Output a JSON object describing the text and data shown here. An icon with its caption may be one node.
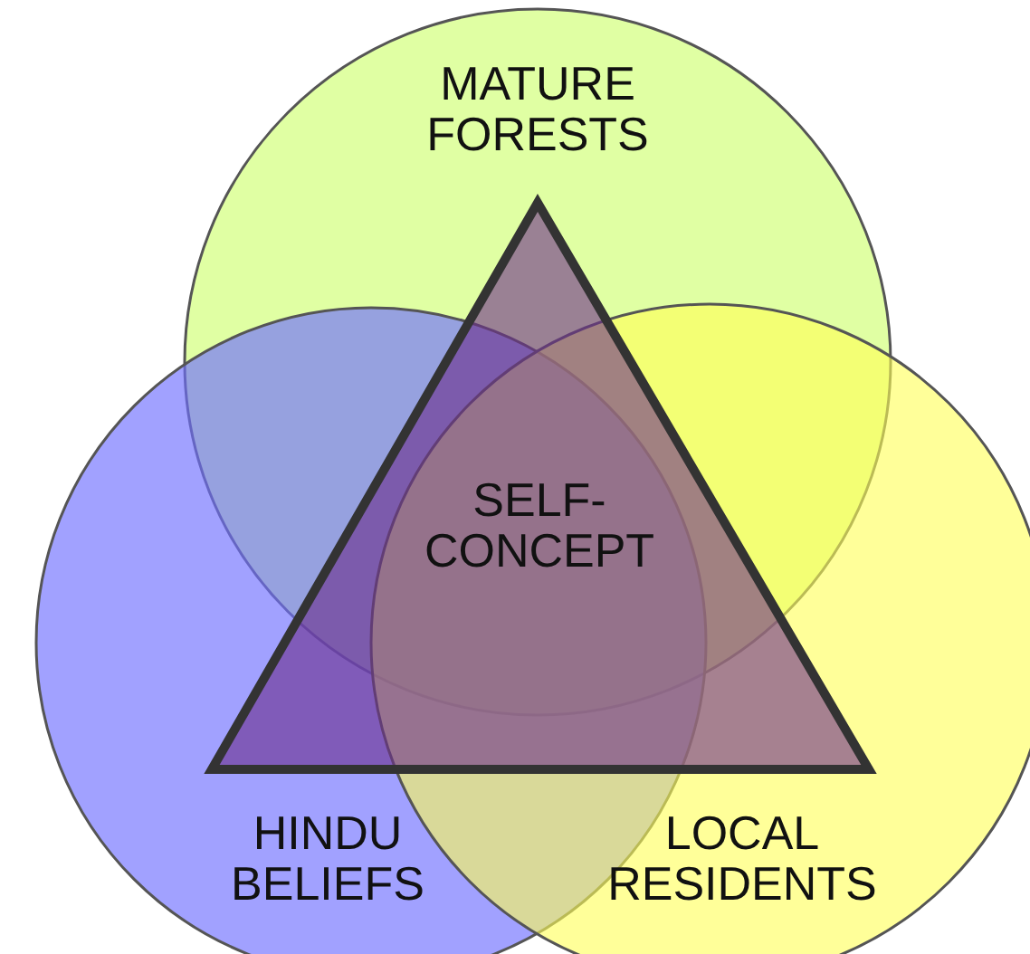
{
  "diagram": {
    "nodes": [
      {
        "text": [
          "MATURE FORESTS"
        ]
      },
      {
        "text": [
          "SELF-CONCEPT"
        ]
      },
      {
        "text": [
          "HINDU BELIEFS"
        ]
      },
      {
        "text": [
          "LOCAL RESIDENTS"
        ]
      }
    ]
  }
}
